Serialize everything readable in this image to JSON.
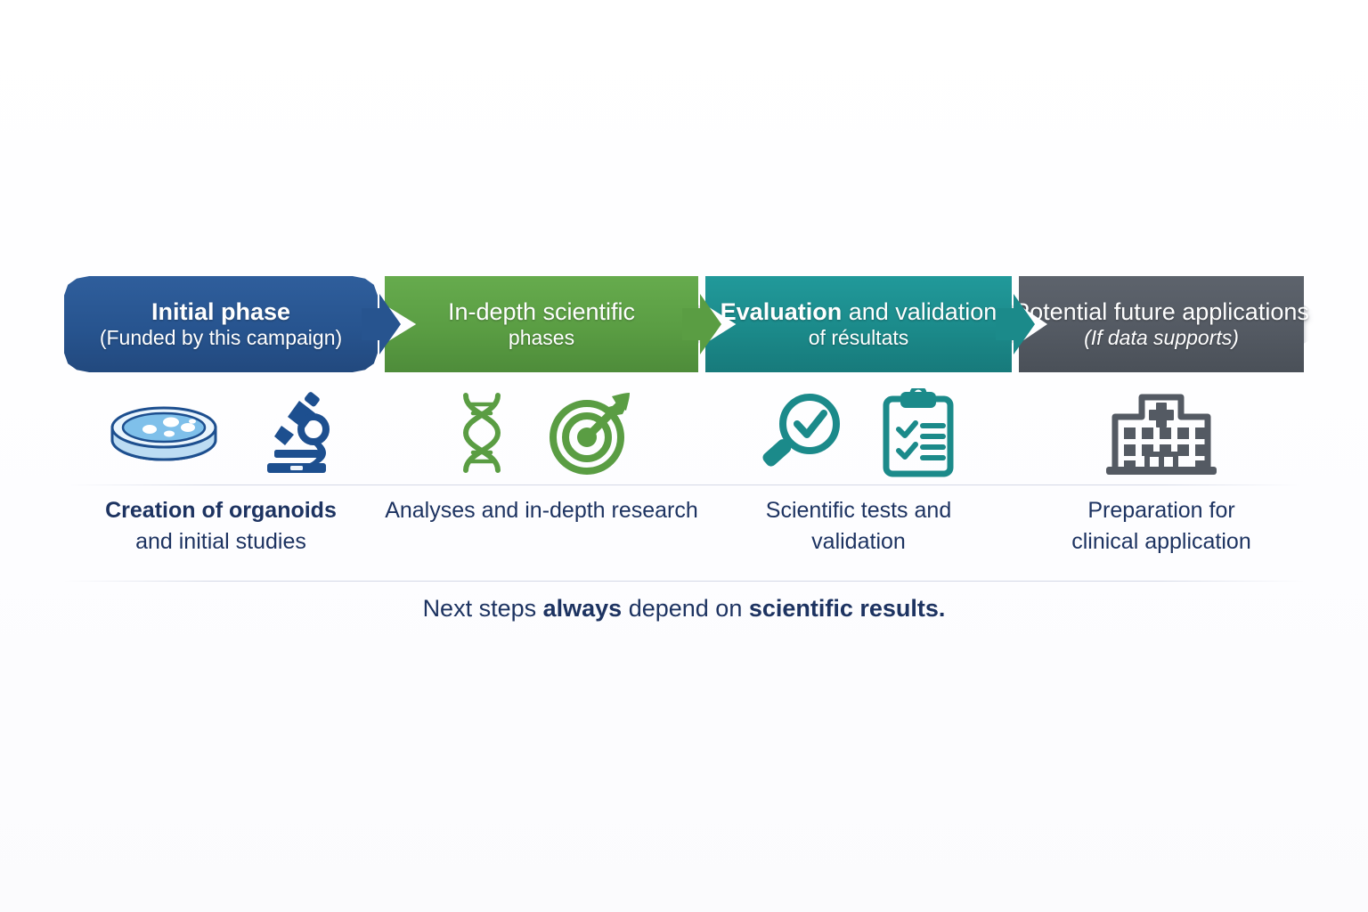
{
  "diagram": {
    "title_footer": {
      "part1": "Next steps ",
      "part2": "always",
      "part3": " depend on ",
      "part4": "scientific results."
    },
    "colors": {
      "stage1": "#27548f",
      "stage2": "#5a9d43",
      "stage3": "#1b8a8a",
      "stage4": "#545a63",
      "caption_text": "#1d3361",
      "background": "#fdfdfe",
      "rule": "#cdd2e1"
    },
    "stages": [
      {
        "id": "initial-phase",
        "banner_line1": "Initial phase",
        "banner_line2": "(Funded by this campaign)",
        "banner_line1_weight": "bold",
        "banner_line2_weight": "normal",
        "banner_line2_style": "normal",
        "color": "#27548f",
        "icons": [
          "petri-dish-icon",
          "microscope-icon"
        ],
        "caption_line1": "Creation of organoids",
        "caption_line2": "and initial studies",
        "caption_line1_weight": "bold",
        "caption_line2_weight": "normal"
      },
      {
        "id": "in-depth-scientific-phases",
        "banner_line1": "In-depth scientific",
        "banner_line2": "phases",
        "banner_line1_weight": "normal",
        "banner_line2_weight": "normal",
        "banner_line2_style": "normal",
        "color": "#5a9d43",
        "icons": [
          "dna-helix-icon",
          "target-arrow-icon"
        ],
        "caption_line1": "Analyses and in-depth research",
        "caption_line2": "",
        "caption_line1_weight": "normal",
        "caption_line2_weight": "normal"
      },
      {
        "id": "evaluation-validation",
        "banner_line1_a": "Evaluation",
        "banner_line1_b": " and validation",
        "banner_line2": "of résultats",
        "banner_line1_weight": "bold",
        "banner_line2_weight": "normal",
        "banner_line2_style": "normal",
        "color": "#1b8a8a",
        "icons": [
          "magnifier-check-icon",
          "clipboard-checklist-icon"
        ],
        "caption_line1": "Scientific tests and",
        "caption_line2": "validation",
        "caption_line1_weight": "normal",
        "caption_line2_weight": "normal"
      },
      {
        "id": "potential-future-applications",
        "banner_line1": "Potential future applications",
        "banner_line2": "(If data supports)",
        "banner_line1_weight": "normal",
        "banner_line2_weight": "normal",
        "banner_line2_style": "italic",
        "color": "#545a63",
        "icons": [
          "hospital-building-icon"
        ],
        "caption_line1": "Preparation for",
        "caption_line2": "clinical application",
        "caption_line1_weight": "normal",
        "caption_line2_weight": "normal"
      }
    ]
  }
}
